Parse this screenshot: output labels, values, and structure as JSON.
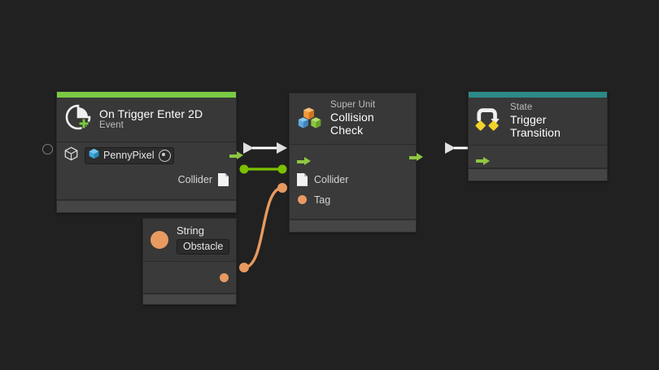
{
  "graph": {
    "background_color": "#212121",
    "title": "Visual scripting node graph"
  },
  "nodes": [
    {
      "id": "on-trigger-enter-2d",
      "accent_color": "#7ac943",
      "icon": "event-pie-plus-icon",
      "subtitle": "On Trigger Enter 2D",
      "title": "Event",
      "header_order": "title-first",
      "object_field": {
        "icon": "prefab-cube-icon",
        "value": "PennyPixel",
        "selector_icon": "object-picker-icon"
      },
      "ports": {
        "left_unconnected": "circle-port",
        "left_icon": "gameobject-cube-icon",
        "out_flow": "green-arrow-icon",
        "out_value_label": "Collider",
        "out_value_icon": "collider-doc-icon",
        "out_value_port": "green-dot-port"
      }
    },
    {
      "id": "collision-check",
      "accent_color": "none",
      "icon": "super-unit-blocks-icon",
      "subtitle": "Super Unit",
      "title": "Collision Check",
      "ports": {
        "in_flow": "green-arrow-icon",
        "out_flow": "green-arrow-icon",
        "inputs": [
          {
            "label": "Collider",
            "icon": "collider-doc-icon"
          },
          {
            "label": "Tag",
            "icon": "orange-dot-icon"
          }
        ]
      }
    },
    {
      "id": "trigger-transition",
      "accent_color": "#2b8a88",
      "icon": "state-transition-icon",
      "subtitle": "State",
      "title": "Trigger Transition",
      "ports": {
        "in_flow": "green-arrow-icon"
      }
    },
    {
      "id": "string-literal",
      "accent_color": "none",
      "icon": "string-orange-dot-icon",
      "subtitle": "String",
      "title": "",
      "value_field": "Obstacle",
      "ports": {
        "out_value_port": "orange-dot-port"
      }
    }
  ],
  "connections": [
    {
      "id": "flow-1",
      "type": "flow",
      "color": "#ffffff",
      "from": "on-trigger-enter-2d",
      "to": "collision-check"
    },
    {
      "id": "value-1",
      "type": "value",
      "color": "#7ac000",
      "from": "on-trigger-enter-2d.Collider",
      "to": "collision-check.Collider"
    },
    {
      "id": "flow-2",
      "type": "flow",
      "color": "#ffffff",
      "from": "collision-check",
      "to": "trigger-transition"
    },
    {
      "id": "value-2",
      "type": "value",
      "color": "#e89a61",
      "from": "string-literal",
      "to": "collision-check.Tag"
    }
  ]
}
